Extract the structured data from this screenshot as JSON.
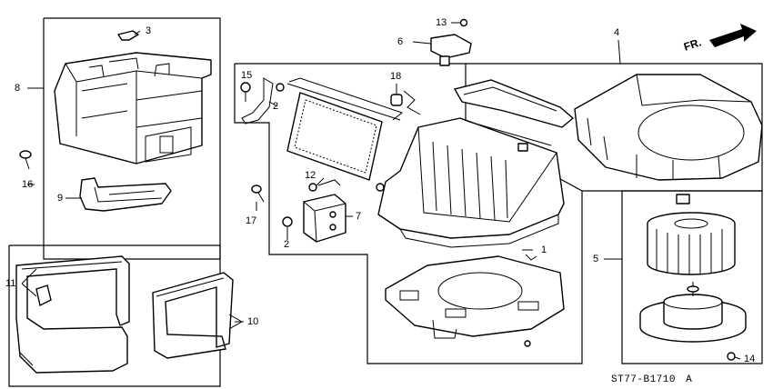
{
  "diagram": {
    "code": "ST77-B1710",
    "revision": "A",
    "direction_badge": "FR.",
    "callouts": [
      {
        "id": "c1",
        "text": "1"
      },
      {
        "id": "c2a",
        "text": "2"
      },
      {
        "id": "c2b",
        "text": "2"
      },
      {
        "id": "c3",
        "text": "3"
      },
      {
        "id": "c4",
        "text": "4"
      },
      {
        "id": "c5",
        "text": "5"
      },
      {
        "id": "c6",
        "text": "6"
      },
      {
        "id": "c7",
        "text": "7"
      },
      {
        "id": "c8",
        "text": "8"
      },
      {
        "id": "c9",
        "text": "9"
      },
      {
        "id": "c10",
        "text": "10"
      },
      {
        "id": "c11",
        "text": "11"
      },
      {
        "id": "c12",
        "text": "12"
      },
      {
        "id": "c13",
        "text": "13"
      },
      {
        "id": "c14",
        "text": "14"
      },
      {
        "id": "c15",
        "text": "15"
      },
      {
        "id": "c16",
        "text": "16"
      },
      {
        "id": "c17",
        "text": "17"
      },
      {
        "id": "c18",
        "text": "18"
      }
    ]
  }
}
